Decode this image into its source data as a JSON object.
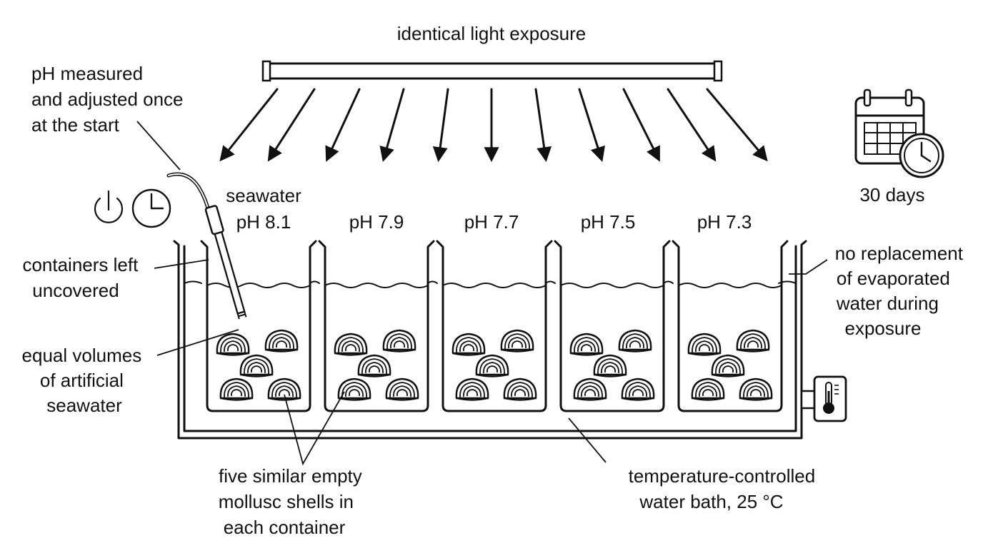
{
  "light": {
    "label": "identical light exposure"
  },
  "probe_note": {
    "lines": [
      "pH measured",
      "and adjusted once",
      "at the start"
    ]
  },
  "duration": {
    "label": "30 days"
  },
  "containers": [
    {
      "top": "seawater",
      "ph": "pH 8.1"
    },
    {
      "top": "",
      "ph": "pH 7.9"
    },
    {
      "top": "",
      "ph": "pH 7.7"
    },
    {
      "top": "",
      "ph": "pH 7.5"
    },
    {
      "top": "",
      "ph": "pH 7.3"
    }
  ],
  "left_notes": {
    "uncovered": [
      "containers left",
      "uncovered"
    ],
    "volumes": [
      "equal volumes",
      "of artificial",
      "seawater"
    ]
  },
  "right_note": {
    "lines": [
      "no replacement",
      "of evaporated",
      "water during",
      "exposure"
    ]
  },
  "shells_note": {
    "lines": [
      "five similar empty",
      "mollusc shells in",
      "each container"
    ]
  },
  "bath_note": {
    "lines": [
      "temperature-controlled",
      "water bath, 25 °C"
    ]
  },
  "icons": {
    "power": "power-icon",
    "clock": "clock-icon",
    "calendar": "calendar-clock-icon",
    "thermometer": "thermometer-icon"
  }
}
